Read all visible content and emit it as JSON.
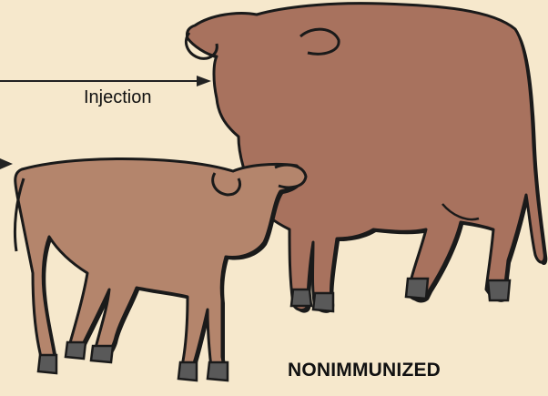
{
  "labels": {
    "injection": "Injection",
    "status": "NONIMMUNIZED"
  },
  "colors": {
    "background": "#f6e8cc",
    "cow_body": "#a8725e",
    "calf_body": "#b4856c",
    "outline": "#1a1a1a",
    "hoof": "#595959"
  },
  "icons": {
    "cow": "adult-cow",
    "calf": "calf",
    "arrow": "right-arrow"
  }
}
